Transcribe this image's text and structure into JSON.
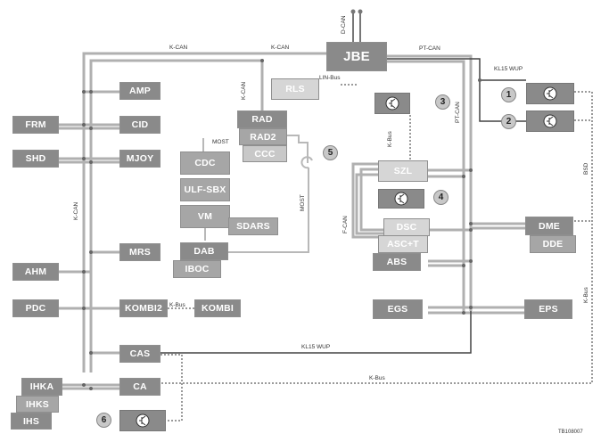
{
  "buses": {
    "k_can_left": "K-CAN",
    "k_can_mid": "K-CAN",
    "d_can": "D-CAN",
    "pt_can_top": "PT-CAN",
    "kl15_wup_top": "KL15 WUP",
    "lin_bus": "LIN-Bus",
    "k_can_rad": "K-CAN",
    "pt_can_vert": "PT-CAN",
    "k_bus_szl": "K-Bus",
    "most_top": "MOST",
    "most_loop": "MOST",
    "f_can": "F-CAN",
    "bsd": "BSD",
    "k_can_vert": "K-CAN",
    "k_bus_kombi": "K-Bus",
    "k_bus_right": "K-Bus",
    "kl15_wup_bottom": "KL15 WUP",
    "k_bus_bottom": "K-Bus"
  },
  "modules": {
    "jbe": "JBE",
    "amp": "AMP",
    "frm": "FRM",
    "cid": "CID",
    "shd": "SHD",
    "mjoy": "MJOY",
    "mrs": "MRS",
    "ahm": "AHM",
    "pdc": "PDC",
    "kombi2": "KOMBI2",
    "kombi": "KOMBI",
    "cas": "CAS",
    "ihka": "IHKA",
    "ca": "CA",
    "ihks": "IHKS",
    "ihs": "IHS",
    "rad": "RAD",
    "rad2": "RAD2",
    "ccc": "CCC",
    "cdc": "CDC",
    "ulf_sbx": "ULF-SBX",
    "vm": "VM",
    "sdars": "SDARS",
    "dab": "DAB",
    "iboc": "IBOC",
    "rls": "RLS",
    "szl": "SZL",
    "dsc": "DSC",
    "asct": "ASC+T",
    "abs": "ABS",
    "egs": "EGS",
    "eps": "EPS",
    "dme": "DME",
    "dde": "DDE"
  },
  "callouts": [
    "1",
    "2",
    "3",
    "4",
    "5",
    "6"
  ],
  "footer": {
    "code": "TB108007"
  },
  "icons": {
    "sensor": "sensor-icon"
  }
}
